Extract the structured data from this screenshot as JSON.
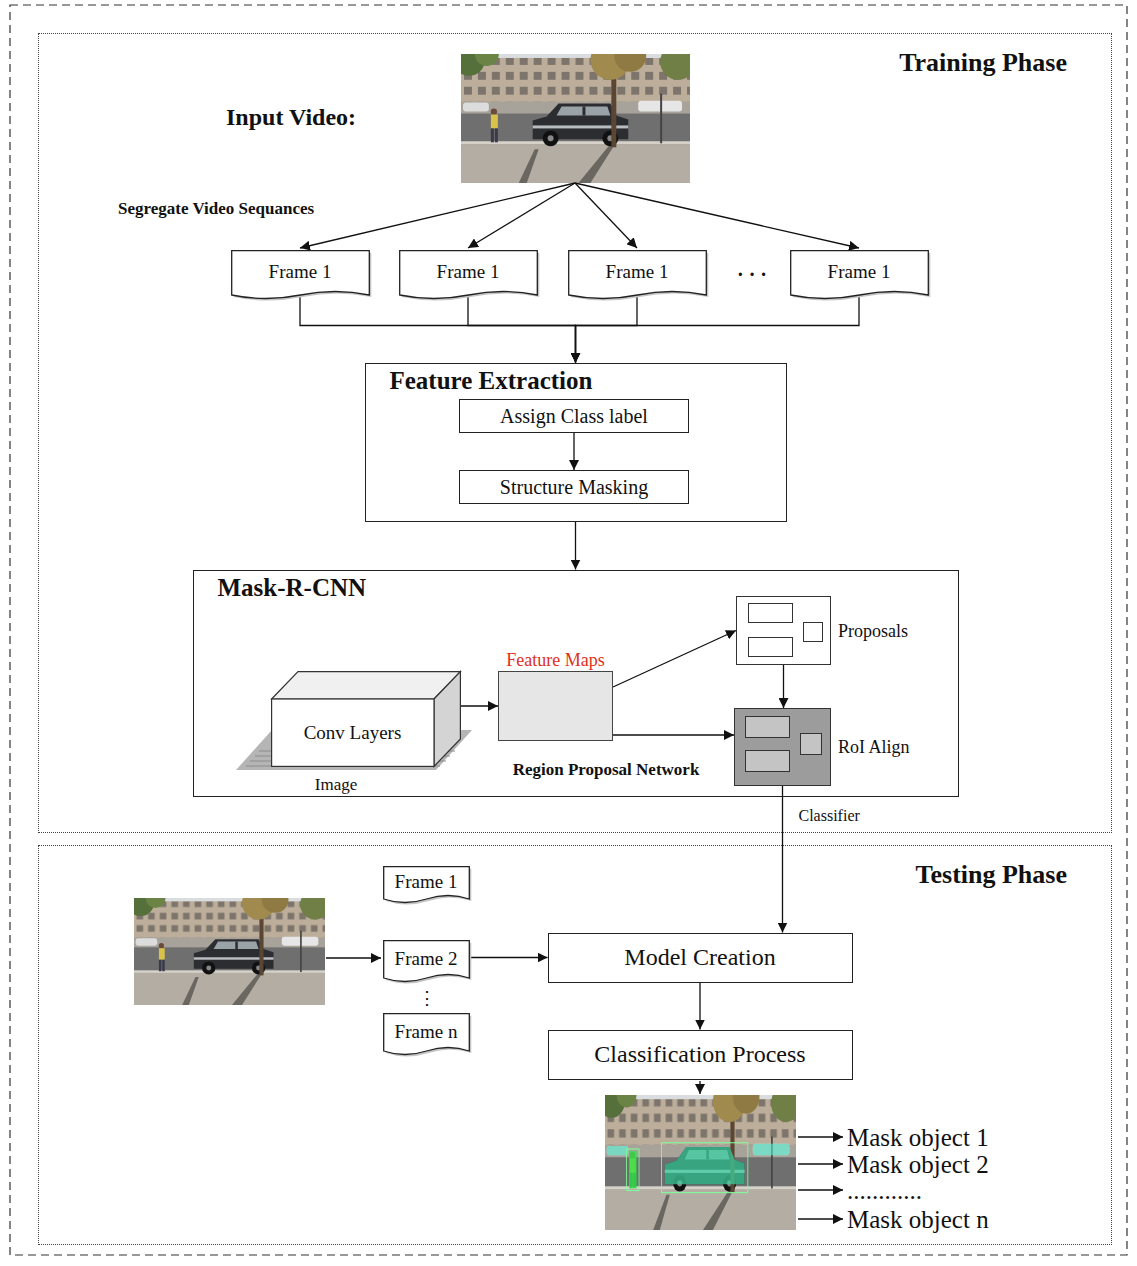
{
  "diagram": {
    "nodes": [
      {
        "text": [
          "Training Phase"
        ]
      },
      {
        "text": [
          "Frame 1"
        ],
        "in": 0
      },
      {
        "text": [
          "Frame 1"
        ],
        "in": 0
      },
      {
        "text": [
          "Frame 1"
        ],
        "in": 0
      },
      {
        "text": [
          "Frame 1"
        ],
        "in": 0
      },
      {
        "text": [
          "Feature Extraction"
        ],
        "in": 0
      },
      {
        "text": [
          "Assign Class label"
        ],
        "in": 5
      },
      {
        "text": [
          "Structure Masking"
        ],
        "in": 5
      },
      {
        "text": [
          "Mask-R-CNN"
        ],
        "in": 0
      },
      {
        "text": [
          "Conv Layers"
        ],
        "in": 8
      },
      {
        "text": [
          "Feature Maps"
        ],
        "in": 8
      },
      {
        "text": [
          "Proposals"
        ],
        "in": 8
      },
      {
        "text": [
          "RoI Align"
        ],
        "in": 8
      },
      {
        "text": [
          "Testing Phase"
        ]
      },
      {
        "text": [
          "Frame 1"
        ],
        "in": 13
      },
      {
        "text": [
          "Frame 2"
        ],
        "in": 13
      },
      {
        "text": [
          "Frame n"
        ],
        "in": 13
      },
      {
        "text": [
          "Model Creation"
        ],
        "in": 13
      },
      {
        "text": [
          "Classification Process"
        ],
        "in": 13
      }
    ],
    "edges": [
      {
        "from": 1,
        "to": 5,
        "arrow": "to"
      },
      {
        "from": 2,
        "to": 5,
        "arrow": "to"
      },
      {
        "from": 3,
        "to": 5,
        "arrow": "to"
      },
      {
        "from": 4,
        "to": 5,
        "arrow": "to"
      },
      {
        "from": 6,
        "to": 7,
        "arrow": "to"
      },
      {
        "from": 5,
        "to": 8,
        "arrow": "to"
      },
      {
        "from": 9,
        "to": 10,
        "arrow": "to"
      },
      {
        "from": 10,
        "to": 11,
        "arrow": "to"
      },
      {
        "from": 10,
        "to": 12,
        "arrow": "to"
      },
      {
        "from": 11,
        "to": 12,
        "arrow": "to"
      },
      {
        "from": 12,
        "to": 17,
        "label": "Classifier",
        "arrow": "to"
      },
      {
        "from": 15,
        "to": 17,
        "arrow": "to"
      },
      {
        "from": 17,
        "to": 18,
        "arrow": "to"
      }
    ],
    "labels": [
      "Input Video:",
      "Segregate Video Sequances",
      "· · ·",
      "Image",
      "Region Proposal Network",
      "⋮",
      "Mask object 1",
      "Mask object 2",
      "............",
      "Mask object n"
    ]
  }
}
